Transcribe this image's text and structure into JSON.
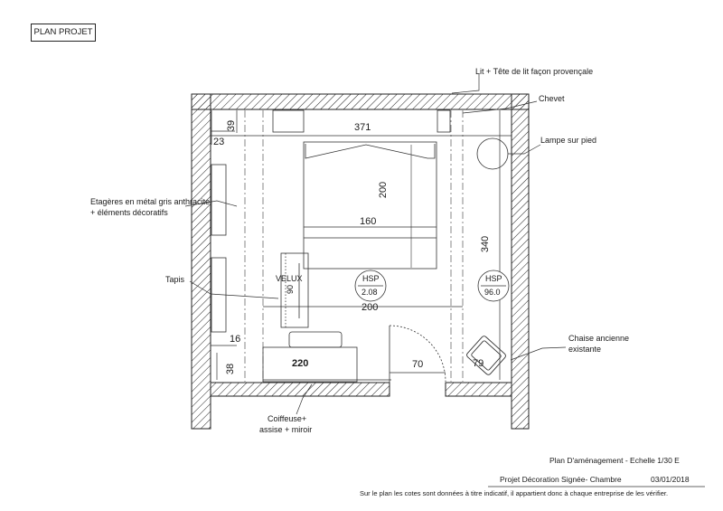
{
  "header": {
    "title": "PLAN PROJET"
  },
  "annotations": {
    "lit": "Lit + Tête de lit façon provençale",
    "chevet": "Chevet",
    "lampe": "Lampe  sur pied",
    "etageres_line1": "Etagères en métal gris anthracite",
    "etageres_line2": "+ éléments décoratifs",
    "tapis": "Tapis",
    "velux": "VELUX",
    "chaise_line1": "Chaise ancienne",
    "chaise_line2": "existante",
    "coiffeuse_line1": "Coiffeuse+",
    "coiffeuse_line2": "assise + miroir"
  },
  "dimensions": {
    "width_371": "371",
    "length_200_v": "200",
    "bed_160": "160",
    "height_340": "340",
    "velux_90": "90",
    "width_200": "200",
    "width_220": "220",
    "door_70": "70",
    "chair_79": "79",
    "d39_top": "39",
    "d23": "23",
    "d16": "16",
    "d38": "38"
  },
  "hsp": {
    "left_label": "HSP",
    "left_value": "2.08",
    "right_label": "HSP",
    "right_value": "96.0"
  },
  "footer": {
    "plan": "Plan D'aménagement - Echelle 1/30 E",
    "projet": "Projet Décoration Signée- Chambre",
    "date": "03/01/2018",
    "disclaimer": "Sur le plan les cotes sont données à titre indicatif, il appartient donc à chaque entreprise de les vérifier."
  }
}
